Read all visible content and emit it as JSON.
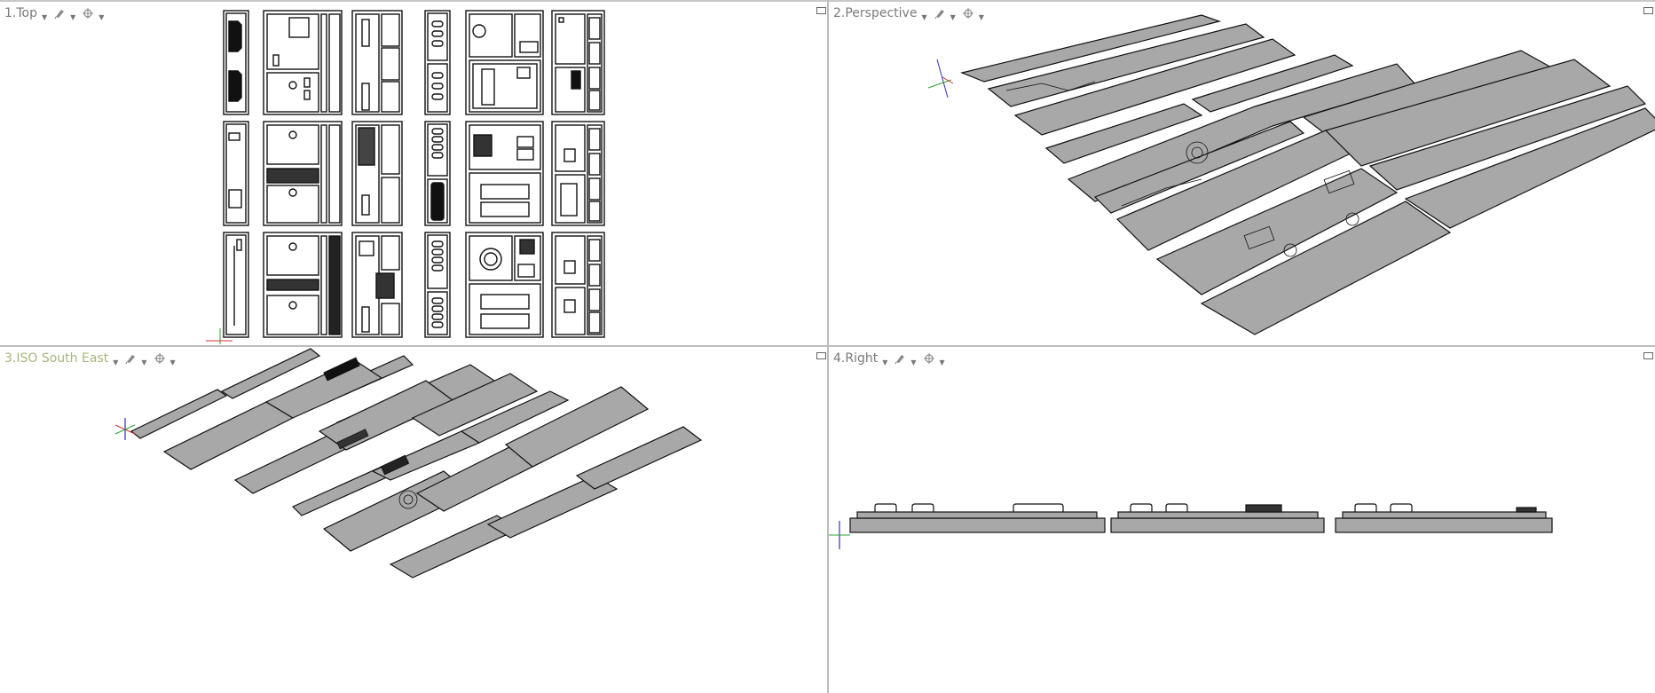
{
  "viewports": [
    {
      "id": "top",
      "title": "1.Top",
      "active": false,
      "shading": "wireframe"
    },
    {
      "id": "perspective",
      "title": "2.Perspective",
      "active": false,
      "shading": "shaded"
    },
    {
      "id": "iso",
      "title": "3.ISO South East",
      "active": true,
      "shading": "shaded"
    },
    {
      "id": "right",
      "title": "4.Right",
      "active": false,
      "shading": "shaded"
    }
  ],
  "icons": {
    "display_mode": "pen-nib-icon",
    "camera": "crosshair-icon",
    "dropdown": "caret-down-icon",
    "maximize": "maximize-icon"
  },
  "colors": {
    "active_label": "#a6b57a",
    "inactive_label": "#7a7a7a",
    "model_fill": "#a8a8a8",
    "model_edge": "#111111",
    "axis_x": "#d03030",
    "axis_y": "#30a030",
    "axis_z": "#3030c0",
    "divider": "#bdbdbd"
  }
}
